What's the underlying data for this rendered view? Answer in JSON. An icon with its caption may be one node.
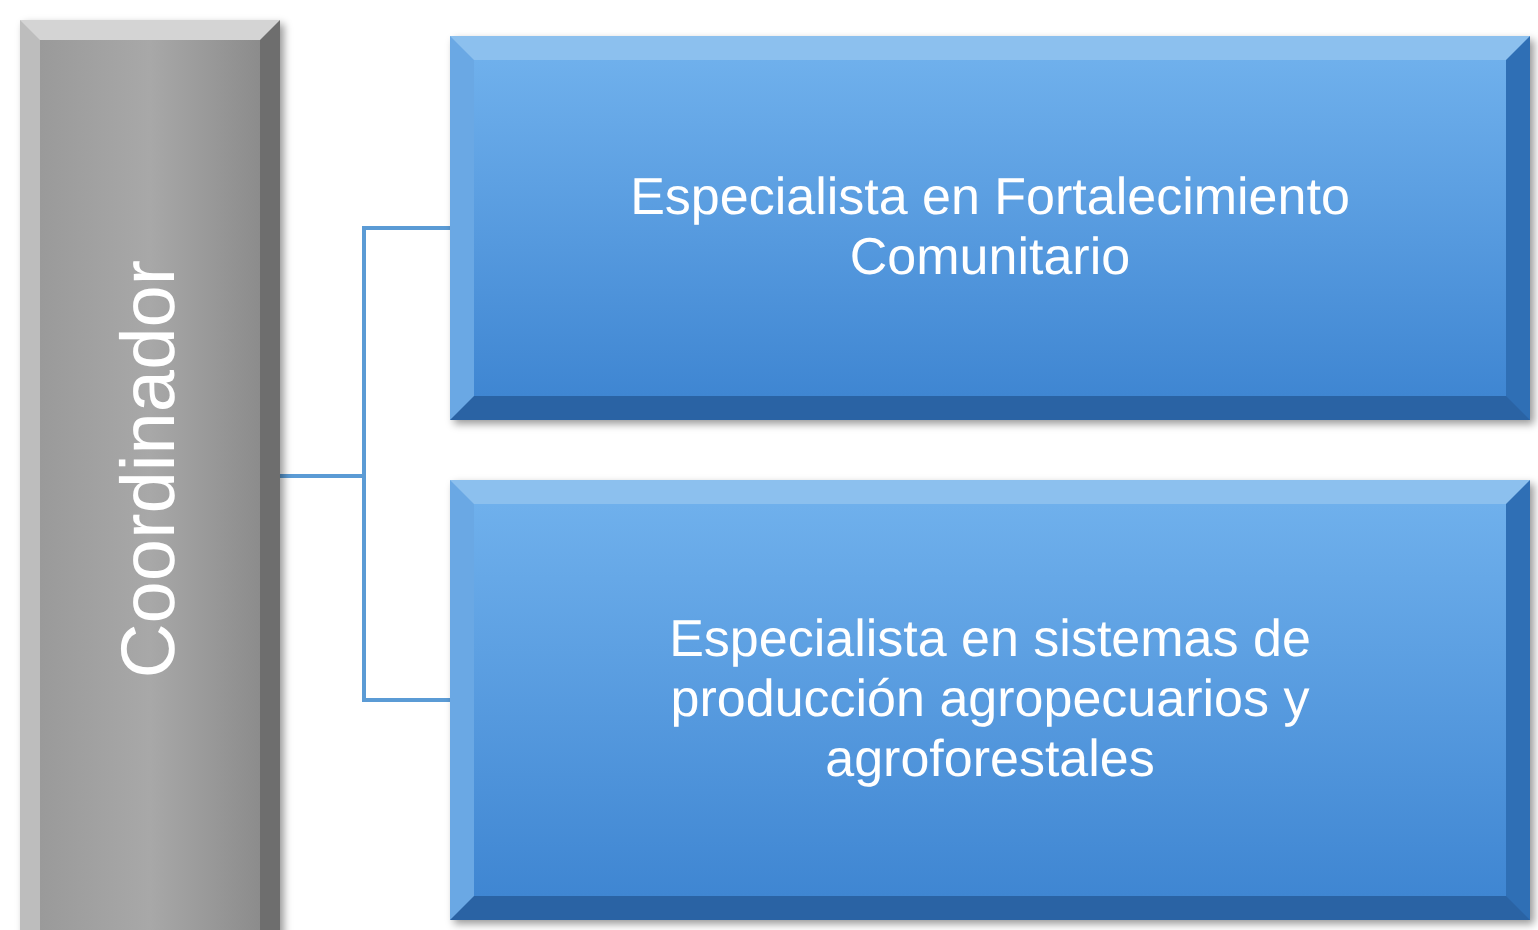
{
  "diagram": {
    "nodes": [
      {
        "text": [
          "Coordinador"
        ]
      },
      {
        "text": [
          "Especialista en Fortalecimiento Comunitario"
        ]
      },
      {
        "text": [
          "Especialista en sistemas de producción agropecuarios y agroforestales"
        ]
      }
    ],
    "edges": [
      {
        "from": 0,
        "to": 1,
        "arrow": "none"
      },
      {
        "from": 0,
        "to": 2,
        "arrow": "none"
      }
    ]
  }
}
